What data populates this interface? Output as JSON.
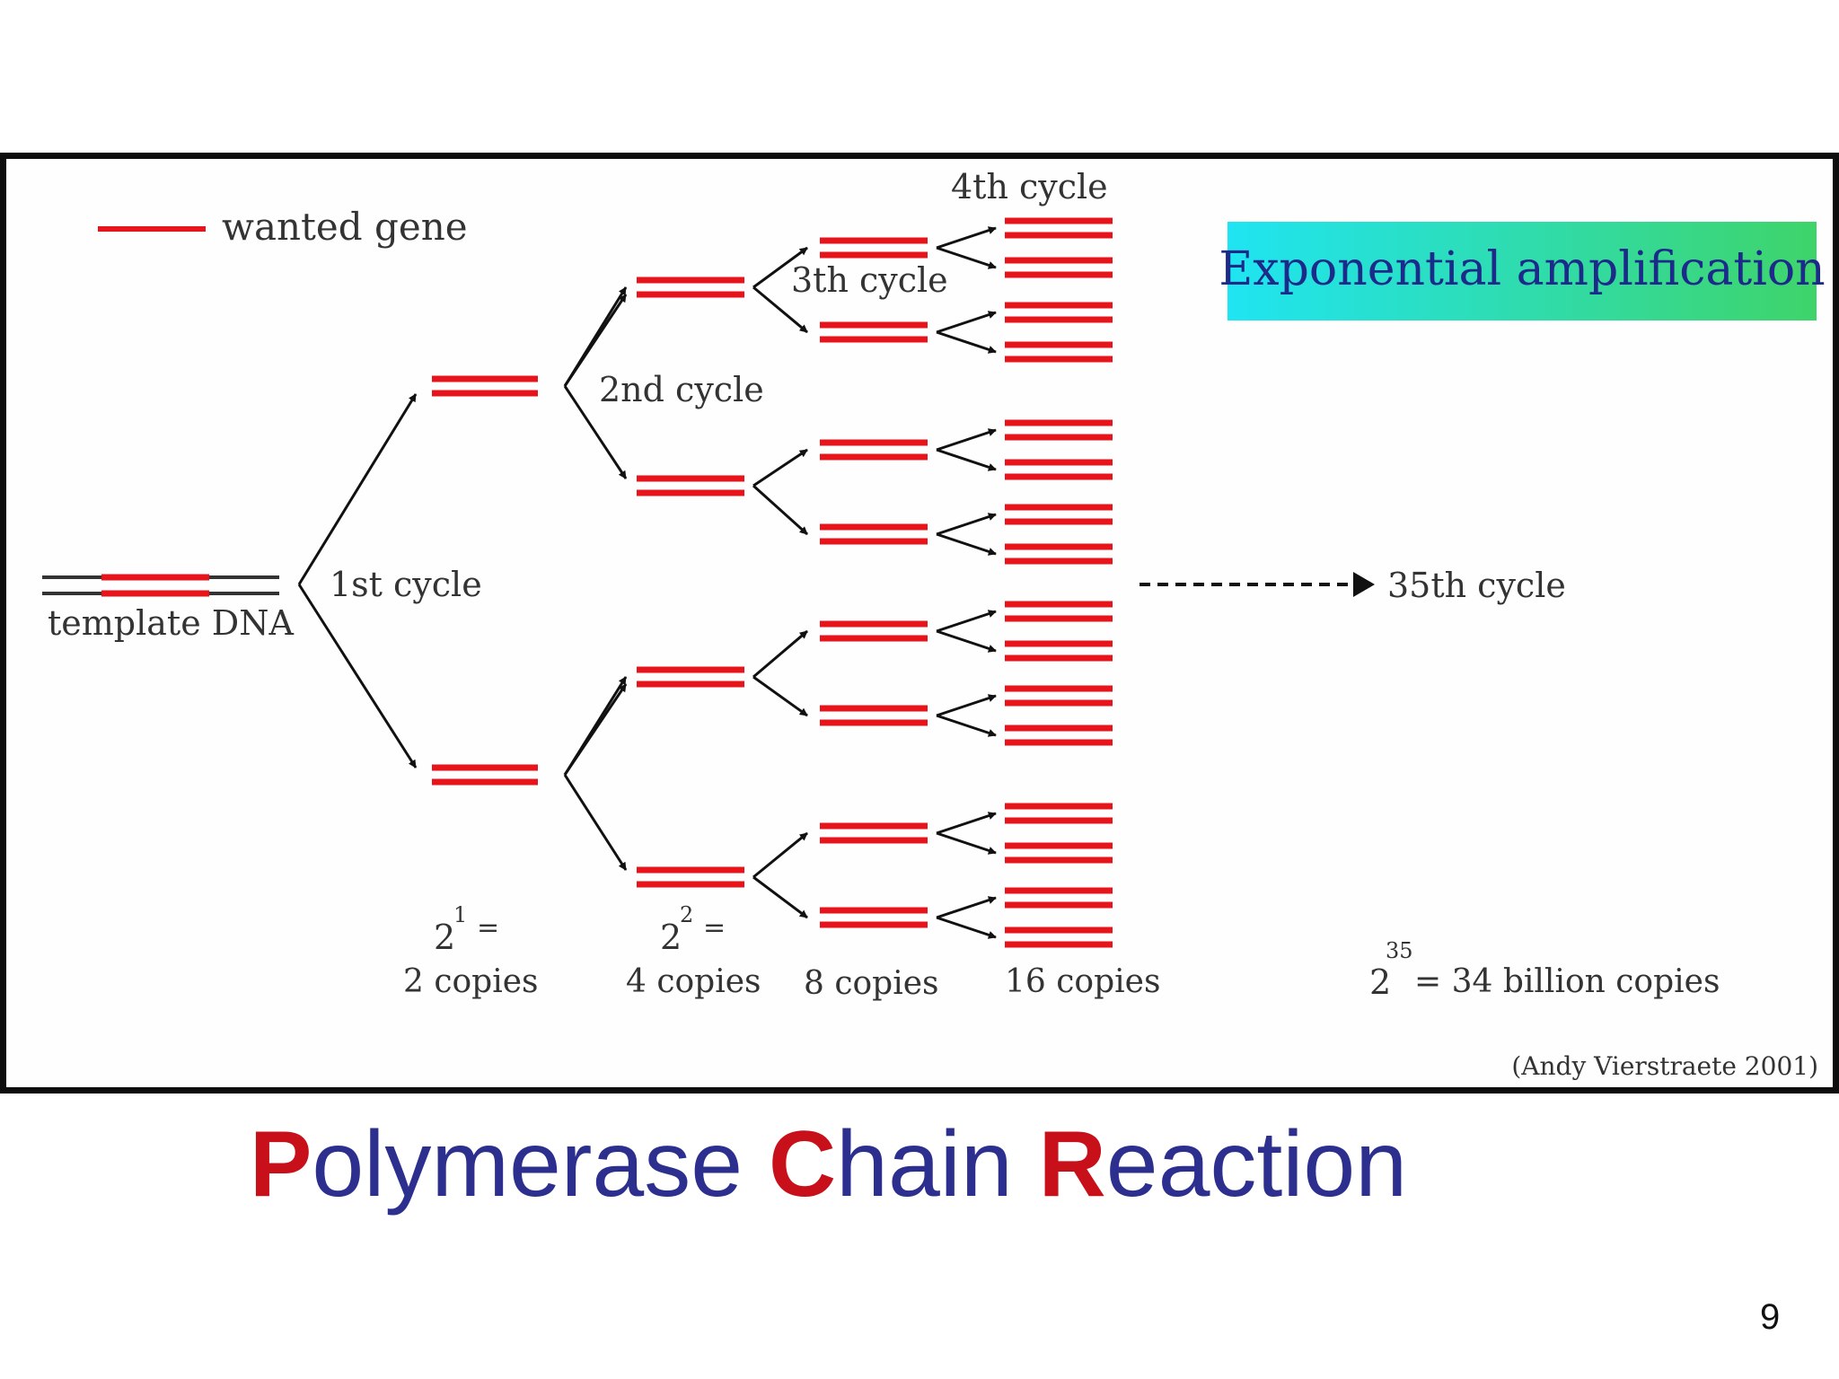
{
  "legend": {
    "label": "wanted gene"
  },
  "template": {
    "label": "template DNA"
  },
  "cycles": {
    "first": "1st cycle",
    "second": "2nd cycle",
    "third": "3th cycle",
    "fourth": "4th cycle",
    "final": "35th cycle"
  },
  "banner": {
    "label": "Exponential amplification"
  },
  "counts": {
    "c1_base": "2",
    "c1_exp": "1",
    "c1_eq": "=",
    "c1_text": "2 copies",
    "c2_base": "2",
    "c2_exp": "2",
    "c2_eq": "=",
    "c2_text": "4 copies",
    "c3_text": "8 copies",
    "c4_text": "16 copies",
    "final_base": "2",
    "final_exp": "35",
    "final_text": "= 34 billion copies"
  },
  "credit": "(Andy Vierstraete 2001)",
  "title": {
    "p_cap": "P",
    "p_rest": "olymerase ",
    "c_cap": "C",
    "c_rest": "hain ",
    "r_cap": "R",
    "r_rest": "eaction"
  },
  "page_number": "9",
  "colors": {
    "gene": "#e8141c",
    "banner_left": "#1fe4f2",
    "banner_right": "#3fd46a",
    "title": "#2c2f8e",
    "title_caps": "#c8101a"
  }
}
